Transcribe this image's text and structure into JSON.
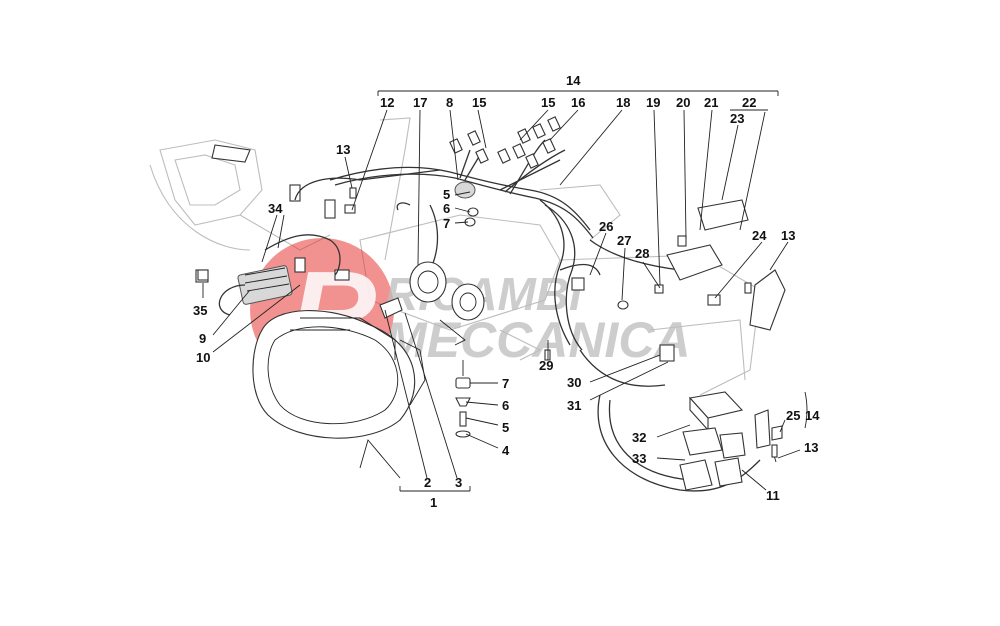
{
  "watermark": {
    "line1": "RICAMBI",
    "line2": "MECCANICA",
    "logo_letter": "R",
    "logo_color": "#e53935",
    "text_color": "#bdbdbd"
  },
  "callouts": {
    "top_group": "14",
    "bottom_group": "1",
    "n12": "12",
    "n17": "17",
    "n8": "8",
    "n15a": "15",
    "n15b": "15",
    "n16": "16",
    "n18": "18",
    "n19": "19",
    "n20": "20",
    "n21": "21",
    "n22": "22",
    "n23": "23",
    "n13a": "13",
    "n34": "34",
    "n35": "35",
    "n9": "9",
    "n10": "10",
    "n5a": "5",
    "n6a": "6",
    "n7a": "7",
    "n26": "26",
    "n27": "27",
    "n28": "28",
    "n24": "24",
    "n13b": "13",
    "n29": "29",
    "n30": "30",
    "n31": "31",
    "n7b": "7",
    "n6b": "6",
    "n5b": "5",
    "n4": "4",
    "n2": "2",
    "n3": "3",
    "n25": "25",
    "n14b": "14",
    "n13c": "13",
    "n32": "32",
    "n33": "33",
    "n11": "11"
  }
}
